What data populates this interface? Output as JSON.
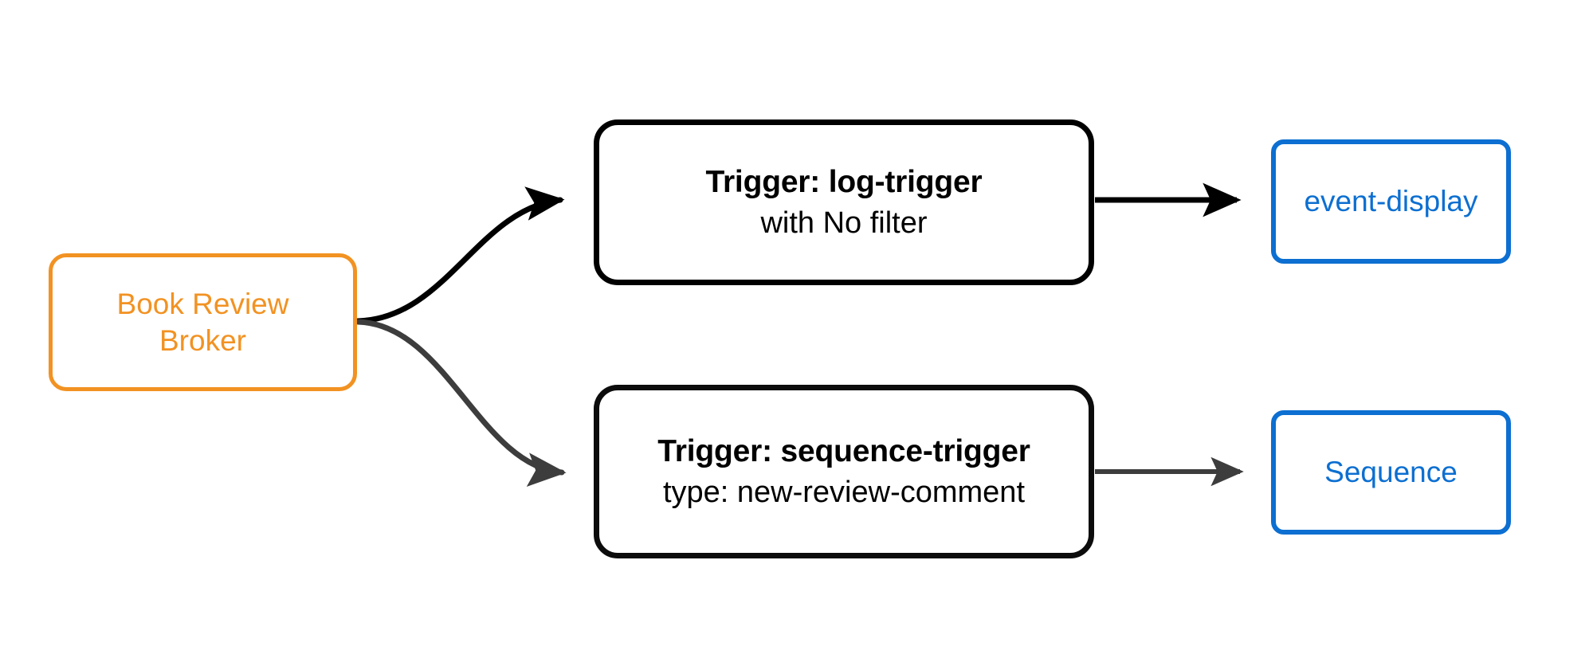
{
  "diagram": {
    "type": "flow-diagram",
    "background_color": "#ffffff",
    "nodes": [
      {
        "id": "broker",
        "kind": "broker",
        "lines": [
          "Book Review",
          "Broker"
        ],
        "color": "#F29222"
      },
      {
        "id": "log-trigger",
        "kind": "trigger",
        "title": "Trigger: log-trigger",
        "subtitle": "with No filter",
        "color": "#000000"
      },
      {
        "id": "sequence-trigger",
        "kind": "trigger",
        "title": "Trigger: sequence-trigger",
        "subtitle": "type: new-review-comment",
        "color": "#000000"
      },
      {
        "id": "event-display",
        "kind": "sink",
        "label": "event-display",
        "color": "#0C6FD1"
      },
      {
        "id": "sequence",
        "kind": "sink",
        "label": "Sequence",
        "color": "#0C6FD1"
      }
    ],
    "edges": [
      {
        "id": "broker-to-log-trigger",
        "from": "broker",
        "to": "log-trigger",
        "style": "curved",
        "color": "#000000"
      },
      {
        "id": "broker-to-sequence-trigger",
        "from": "broker",
        "to": "sequence-trigger",
        "style": "curved",
        "color": "#3d3d3d"
      },
      {
        "id": "log-trigger-to-event-display",
        "from": "log-trigger",
        "to": "event-display",
        "style": "straight",
        "color": "#000000"
      },
      {
        "id": "sequence-trigger-to-sequence",
        "from": "sequence-trigger",
        "to": "sequence",
        "style": "straight",
        "color": "#3d3d3d"
      }
    ],
    "colors": {
      "broker_orange": "#F29222",
      "sink_blue": "#0C6FD1",
      "edge_black": "#000000",
      "edge_gray": "#3d3d3d"
    }
  }
}
